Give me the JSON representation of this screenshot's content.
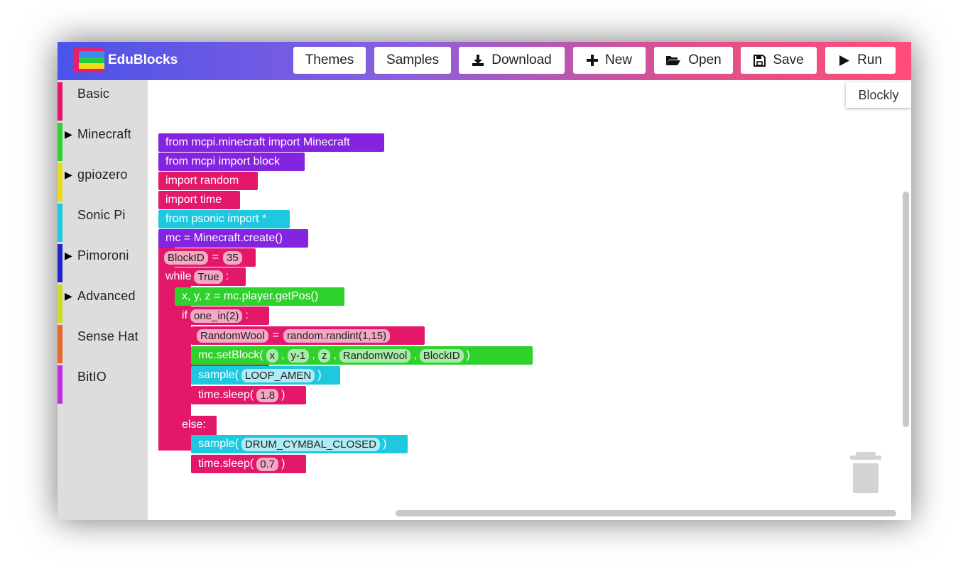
{
  "app": {
    "title": "EduBlocks"
  },
  "header": {
    "buttons": {
      "themes": "Themes",
      "samples": "Samples",
      "download": "Download",
      "new": "New",
      "open": "Open",
      "save": "Save",
      "run": "Run"
    }
  },
  "sidebar": {
    "items": [
      {
        "label": "Basic",
        "color": "#e3186a",
        "expandable": false
      },
      {
        "label": "Minecraft",
        "color": "#2fd12c",
        "expandable": true
      },
      {
        "label": "gpiozero",
        "color": "#e4dc1a",
        "expandable": true
      },
      {
        "label": "Sonic Pi",
        "color": "#1ec9df",
        "expandable": false
      },
      {
        "label": "Pimoroni",
        "color": "#2224c7",
        "expandable": true
      },
      {
        "label": "Advanced",
        "color": "#c7e01b",
        "expandable": true
      },
      {
        "label": "Sense Hat",
        "color": "#e8692a",
        "expandable": false
      },
      {
        "label": "BitIO",
        "color": "#c12ce0",
        "expandable": false
      }
    ],
    "arrow": "▶"
  },
  "workspace": {
    "mode_tab": "Blockly",
    "blocks": {
      "b1": "from mcpi.minecraft import Minecraft",
      "b2": "from mcpi import block",
      "b3": "import random",
      "b4": "import time",
      "b5": "from psonic import *",
      "b6": "mc = Minecraft.create()",
      "b7": {
        "var": "BlockID",
        "eq": "=",
        "val": "35"
      },
      "b8": {
        "kw": "while",
        "cond": "True",
        "colon": ":"
      },
      "b9": "x, y, z = mc.player.getPos()",
      "b10": {
        "kw": "if",
        "cond": "one_in(2)",
        "colon": ":"
      },
      "b11": {
        "var": "RandomWool",
        "eq": "=",
        "val": "random.randint(1,15)"
      },
      "b12": {
        "fn": "mc.setBlock(",
        "a1": "x",
        "a2": "y-1",
        "a3": "z",
        "a4": "RandomWool",
        "a5": "BlockID",
        "sep": ",",
        "close": ")"
      },
      "b13": {
        "fn": "sample(",
        "arg": "LOOP_AMEN",
        "close": ")"
      },
      "b14": {
        "fn": "time.sleep(",
        "arg": "1.8",
        "close": ")"
      },
      "b15": "else:",
      "b16": {
        "fn": "sample(",
        "arg": "DRUM_CYMBAL_CLOSED",
        "close": ")"
      },
      "b17": {
        "fn": "time.sleep(",
        "arg": "0.7",
        "close": ")"
      }
    }
  },
  "colors": {
    "purple": "#8423e0",
    "pink": "#e3186a",
    "cyan": "#1ec9df",
    "green": "#2fd12c"
  },
  "icons": {
    "download": "download-icon",
    "new": "plus-icon",
    "open": "folder-open-icon",
    "save": "floppy-disk-icon",
    "run": "play-icon",
    "trash": "trash-icon"
  }
}
